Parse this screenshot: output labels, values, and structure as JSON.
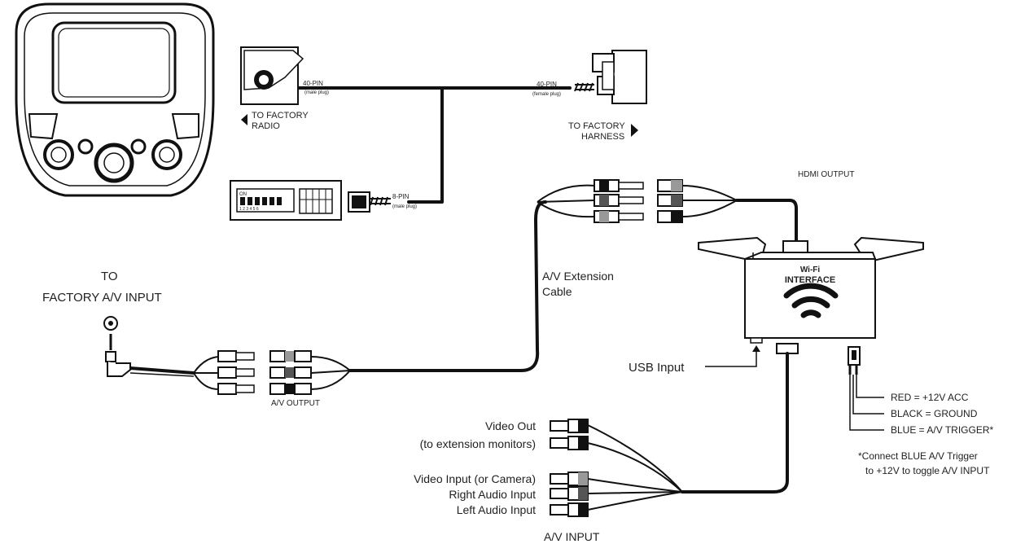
{
  "radio_connector": {
    "pin_label": "40-PIN",
    "plug_note": "(male plug)",
    "direction_label": [
      "TO FACTORY",
      "RADIO"
    ]
  },
  "harness_connector": {
    "pin_label": "40-PIN",
    "plug_note": "(female plug)",
    "direction_label": [
      "TO FACTORY",
      "HARNESS"
    ]
  },
  "dip_connector": {
    "pin_label": "8-PIN",
    "plug_note": "(male plug)",
    "switch_label": "ON",
    "switch_numbers": "1 2 3 4 5 6"
  },
  "hdmi_output_label": "HDMI OUTPUT",
  "factory_av_input_label": [
    "TO",
    "FACTORY A/V INPUT"
  ],
  "av_extension_label": [
    "A/V Extension",
    "Cable"
  ],
  "av_output_label": "A/V OUTPUT",
  "wifi_box": {
    "line1": "Wi-Fi",
    "line2": "INTERFACE"
  },
  "usb_input_label": "USB Input",
  "power_wires": [
    "RED = +12V ACC",
    "BLACK = GROUND",
    "BLUE = A/V TRIGGER*"
  ],
  "trigger_note": [
    "*Connect BLUE A/V Trigger",
    "to +12V to toggle A/V INPUT"
  ],
  "av_input_labels": {
    "video_out": [
      "Video Out",
      "(to extension monitors)"
    ],
    "video_input": "Video Input (or Camera)",
    "right_audio": "Right Audio Input",
    "left_audio": "Left Audio Input",
    "group_label": "A/V INPUT"
  },
  "colors": {
    "line": "#111111",
    "background": "#ffffff"
  }
}
